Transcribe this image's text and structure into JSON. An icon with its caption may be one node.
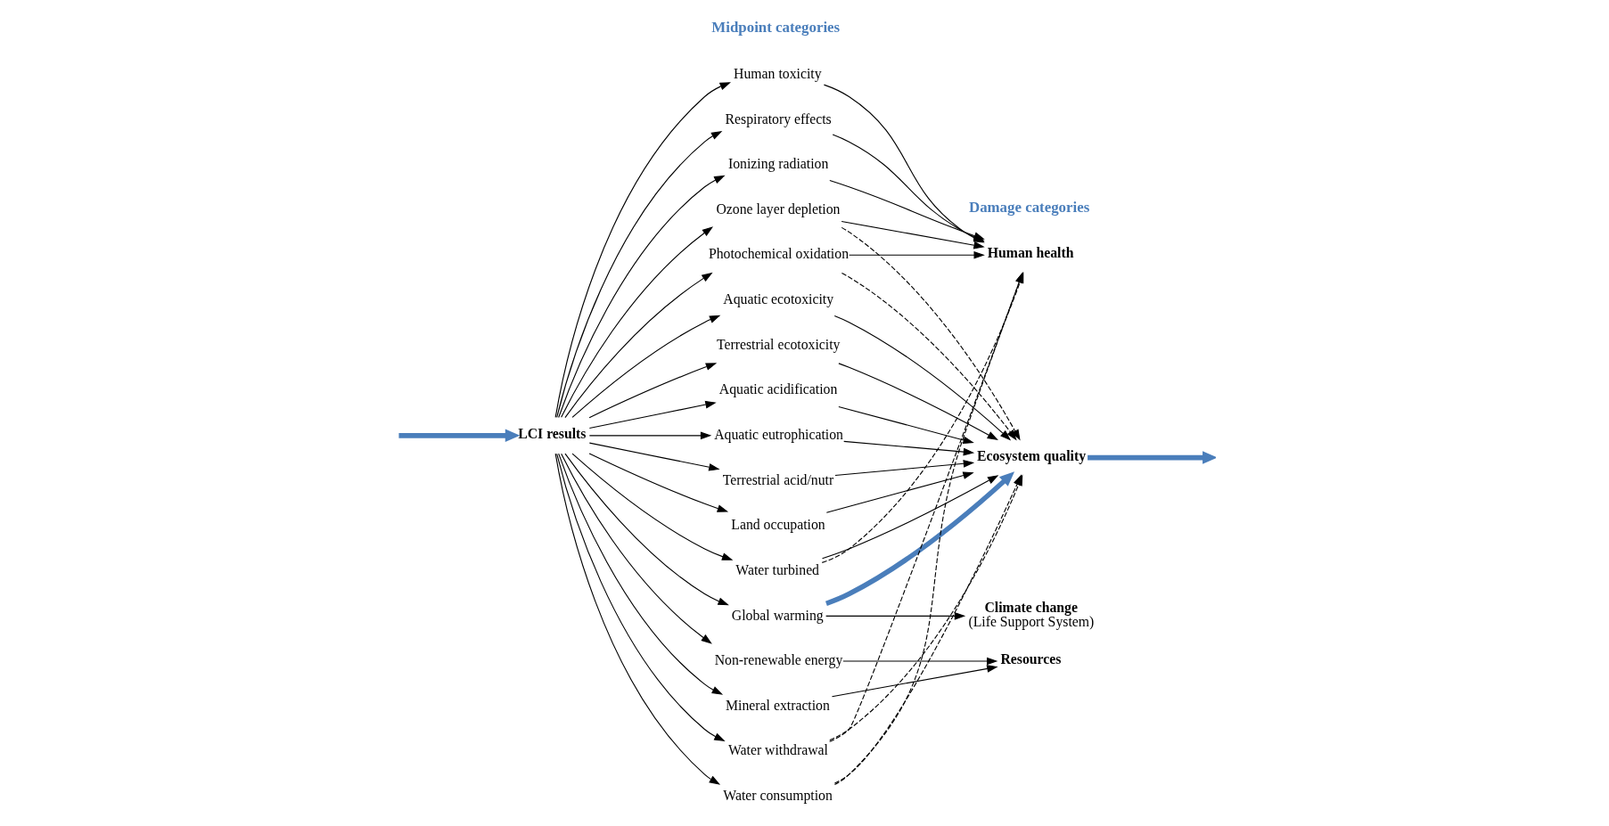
{
  "diagram": {
    "nodes": [
      {
        "text": [
          "LCI results"
        ]
      },
      {
        "text": [
          "Human toxicity"
        ]
      },
      {
        "text": [
          "Respiratory effects"
        ]
      },
      {
        "text": [
          "Ionizing radiation"
        ]
      },
      {
        "text": [
          "Ozone layer depletion"
        ]
      },
      {
        "text": [
          "Photochemical oxidation"
        ]
      },
      {
        "text": [
          "Aquatic ecotoxicity"
        ]
      },
      {
        "text": [
          "Terrestrial ecotoxicity"
        ]
      },
      {
        "text": [
          "Aquatic acidification"
        ]
      },
      {
        "text": [
          "Aquatic eutrophication"
        ]
      },
      {
        "text": [
          "Terrestrial acid/nutr"
        ]
      },
      {
        "text": [
          "Land occupation"
        ]
      },
      {
        "text": [
          "Water turbined"
        ]
      },
      {
        "text": [
          "Global warming"
        ]
      },
      {
        "text": [
          "Non-renewable energy"
        ]
      },
      {
        "text": [
          "Mineral extraction"
        ]
      },
      {
        "text": [
          "Water withdrawal"
        ]
      },
      {
        "text": [
          "Water consumption"
        ]
      },
      {
        "text": [
          "Human health"
        ]
      },
      {
        "text": [
          "Ecosystem quality"
        ]
      },
      {
        "text": [
          "Climate change"
        ],
        "beside": [
          "(Life Support System)"
        ]
      },
      {
        "text": [
          "Resources"
        ]
      }
    ],
    "edges": [
      {
        "from": null,
        "to": 0,
        "arrow": "to",
        "style": "thick",
        "color": "#4a7ebb"
      },
      {
        "from": 0,
        "to": 1,
        "arrow": "to"
      },
      {
        "from": 0,
        "to": 2,
        "arrow": "to"
      },
      {
        "from": 0,
        "to": 3,
        "arrow": "to"
      },
      {
        "from": 0,
        "to": 4,
        "arrow": "to"
      },
      {
        "from": 0,
        "to": 5,
        "arrow": "to"
      },
      {
        "from": 0,
        "to": 6,
        "arrow": "to"
      },
      {
        "from": 0,
        "to": 7,
        "arrow": "to"
      },
      {
        "from": 0,
        "to": 8,
        "arrow": "to"
      },
      {
        "from": 0,
        "to": 9,
        "arrow": "to"
      },
      {
        "from": 0,
        "to": 10,
        "arrow": "to"
      },
      {
        "from": 0,
        "to": 11,
        "arrow": "to"
      },
      {
        "from": 0,
        "to": 12,
        "arrow": "to"
      },
      {
        "from": 0,
        "to": 13,
        "arrow": "to"
      },
      {
        "from": 0,
        "to": 14,
        "arrow": "to"
      },
      {
        "from": 0,
        "to": 15,
        "arrow": "to"
      },
      {
        "from": 0,
        "to": 16,
        "arrow": "to"
      },
      {
        "from": 0,
        "to": 17,
        "arrow": "to"
      },
      {
        "from": 1,
        "to": 18,
        "arrow": "to"
      },
      {
        "from": 2,
        "to": 18,
        "arrow": "to"
      },
      {
        "from": 3,
        "to": 18,
        "arrow": "to"
      },
      {
        "from": 4,
        "to": 18,
        "arrow": "to"
      },
      {
        "from": 4,
        "to": 19,
        "arrow": "to",
        "style": "dashed"
      },
      {
        "from": 5,
        "to": 18,
        "arrow": "to"
      },
      {
        "from": 5,
        "to": 19,
        "arrow": "to",
        "style": "dashed"
      },
      {
        "from": 6,
        "to": 19,
        "arrow": "to"
      },
      {
        "from": 7,
        "to": 19,
        "arrow": "to"
      },
      {
        "from": 8,
        "to": 19,
        "arrow": "to"
      },
      {
        "from": 9,
        "to": 19,
        "arrow": "to"
      },
      {
        "from": 10,
        "to": 19,
        "arrow": "to"
      },
      {
        "from": 11,
        "to": 19,
        "arrow": "to"
      },
      {
        "from": 12,
        "to": 19,
        "arrow": "to"
      },
      {
        "from": 12,
        "to": 18,
        "arrow": "to",
        "style": "dashed"
      },
      {
        "from": 13,
        "to": 20,
        "arrow": "to"
      },
      {
        "from": 14,
        "to": 21,
        "arrow": "to"
      },
      {
        "from": 15,
        "to": 21,
        "arrow": "to"
      },
      {
        "from": 16,
        "to": 18,
        "arrow": "to",
        "style": "dashed"
      },
      {
        "from": 16,
        "to": 19,
        "arrow": "to",
        "style": "dashed"
      },
      {
        "from": 17,
        "to": 18,
        "arrow": "to",
        "style": "dashed"
      },
      {
        "from": 17,
        "to": 19,
        "arrow": "to",
        "style": "dashed"
      },
      {
        "from": 13,
        "to": 19,
        "arrow": "to",
        "style": "thick",
        "color": "#4a7ebb"
      },
      {
        "from": 19,
        "to": null,
        "arrow": "to",
        "style": "thick",
        "color": "#4a7ebb"
      }
    ],
    "labels": [
      "Midpoint categories",
      "Damage categories"
    ]
  }
}
